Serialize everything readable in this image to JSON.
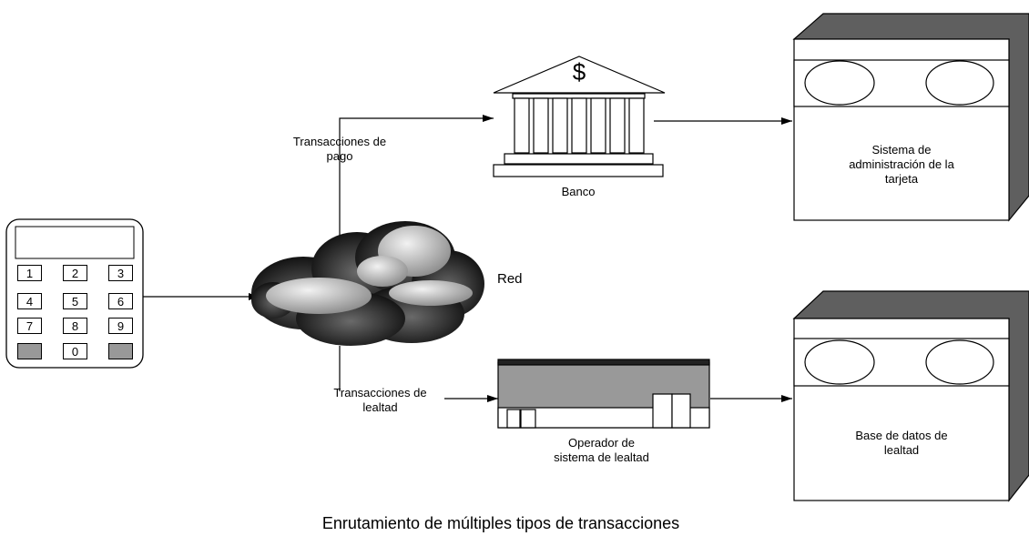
{
  "keypad": {
    "keys": [
      "1",
      "2",
      "3",
      "4",
      "5",
      "6",
      "7",
      "8",
      "9",
      "0"
    ]
  },
  "bank": {
    "symbol": "$",
    "label": "Banco"
  },
  "network": {
    "label": "Red"
  },
  "flows": {
    "payment": "Transacciones de\npago",
    "loyalty": "Transacciones de\nlealtad"
  },
  "loyalty_operator": {
    "label": "Operador de\nsistema de lealtad"
  },
  "card_system": {
    "label": "Sistema de\nadministración de la\ntarjeta"
  },
  "loyalty_db": {
    "label": "Base de datos de\nlealtad"
  },
  "caption": "Enrutamiento de múltiples tipos de transacciones"
}
